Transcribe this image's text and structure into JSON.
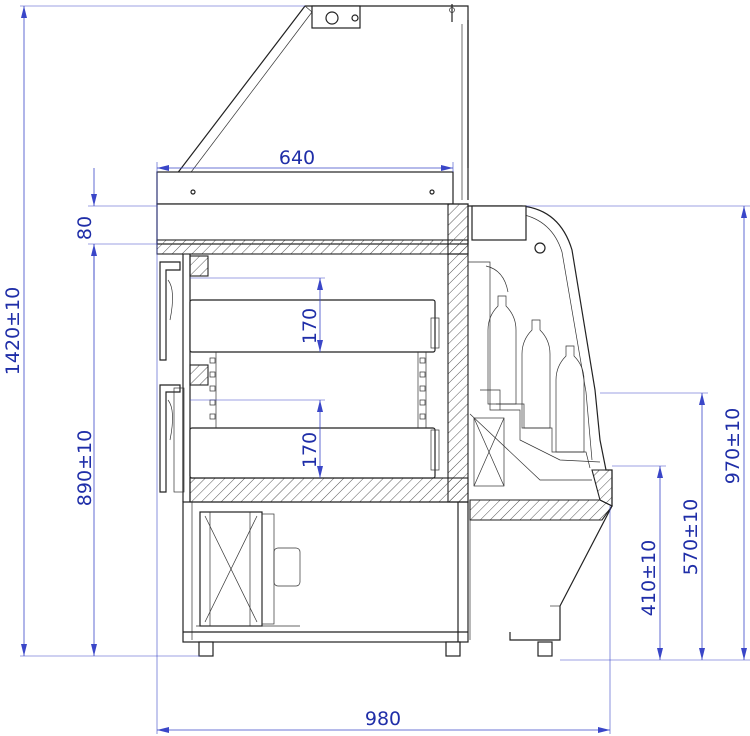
{
  "drawing": {
    "dimensions": {
      "overall_height": "1420±10",
      "top_depth": "640",
      "top_thickness": "80",
      "base_height": "890±10",
      "shelf_spacing_upper": "170",
      "shelf_spacing_lower": "170",
      "front_height_1": "410±10",
      "front_height_2": "570±10",
      "front_height_3": "970±10",
      "overall_depth": "980"
    },
    "colors": {
      "dimension_line": "#3a46c8",
      "dimension_text": "#1f2ea8",
      "object_line": "#222222"
    }
  }
}
